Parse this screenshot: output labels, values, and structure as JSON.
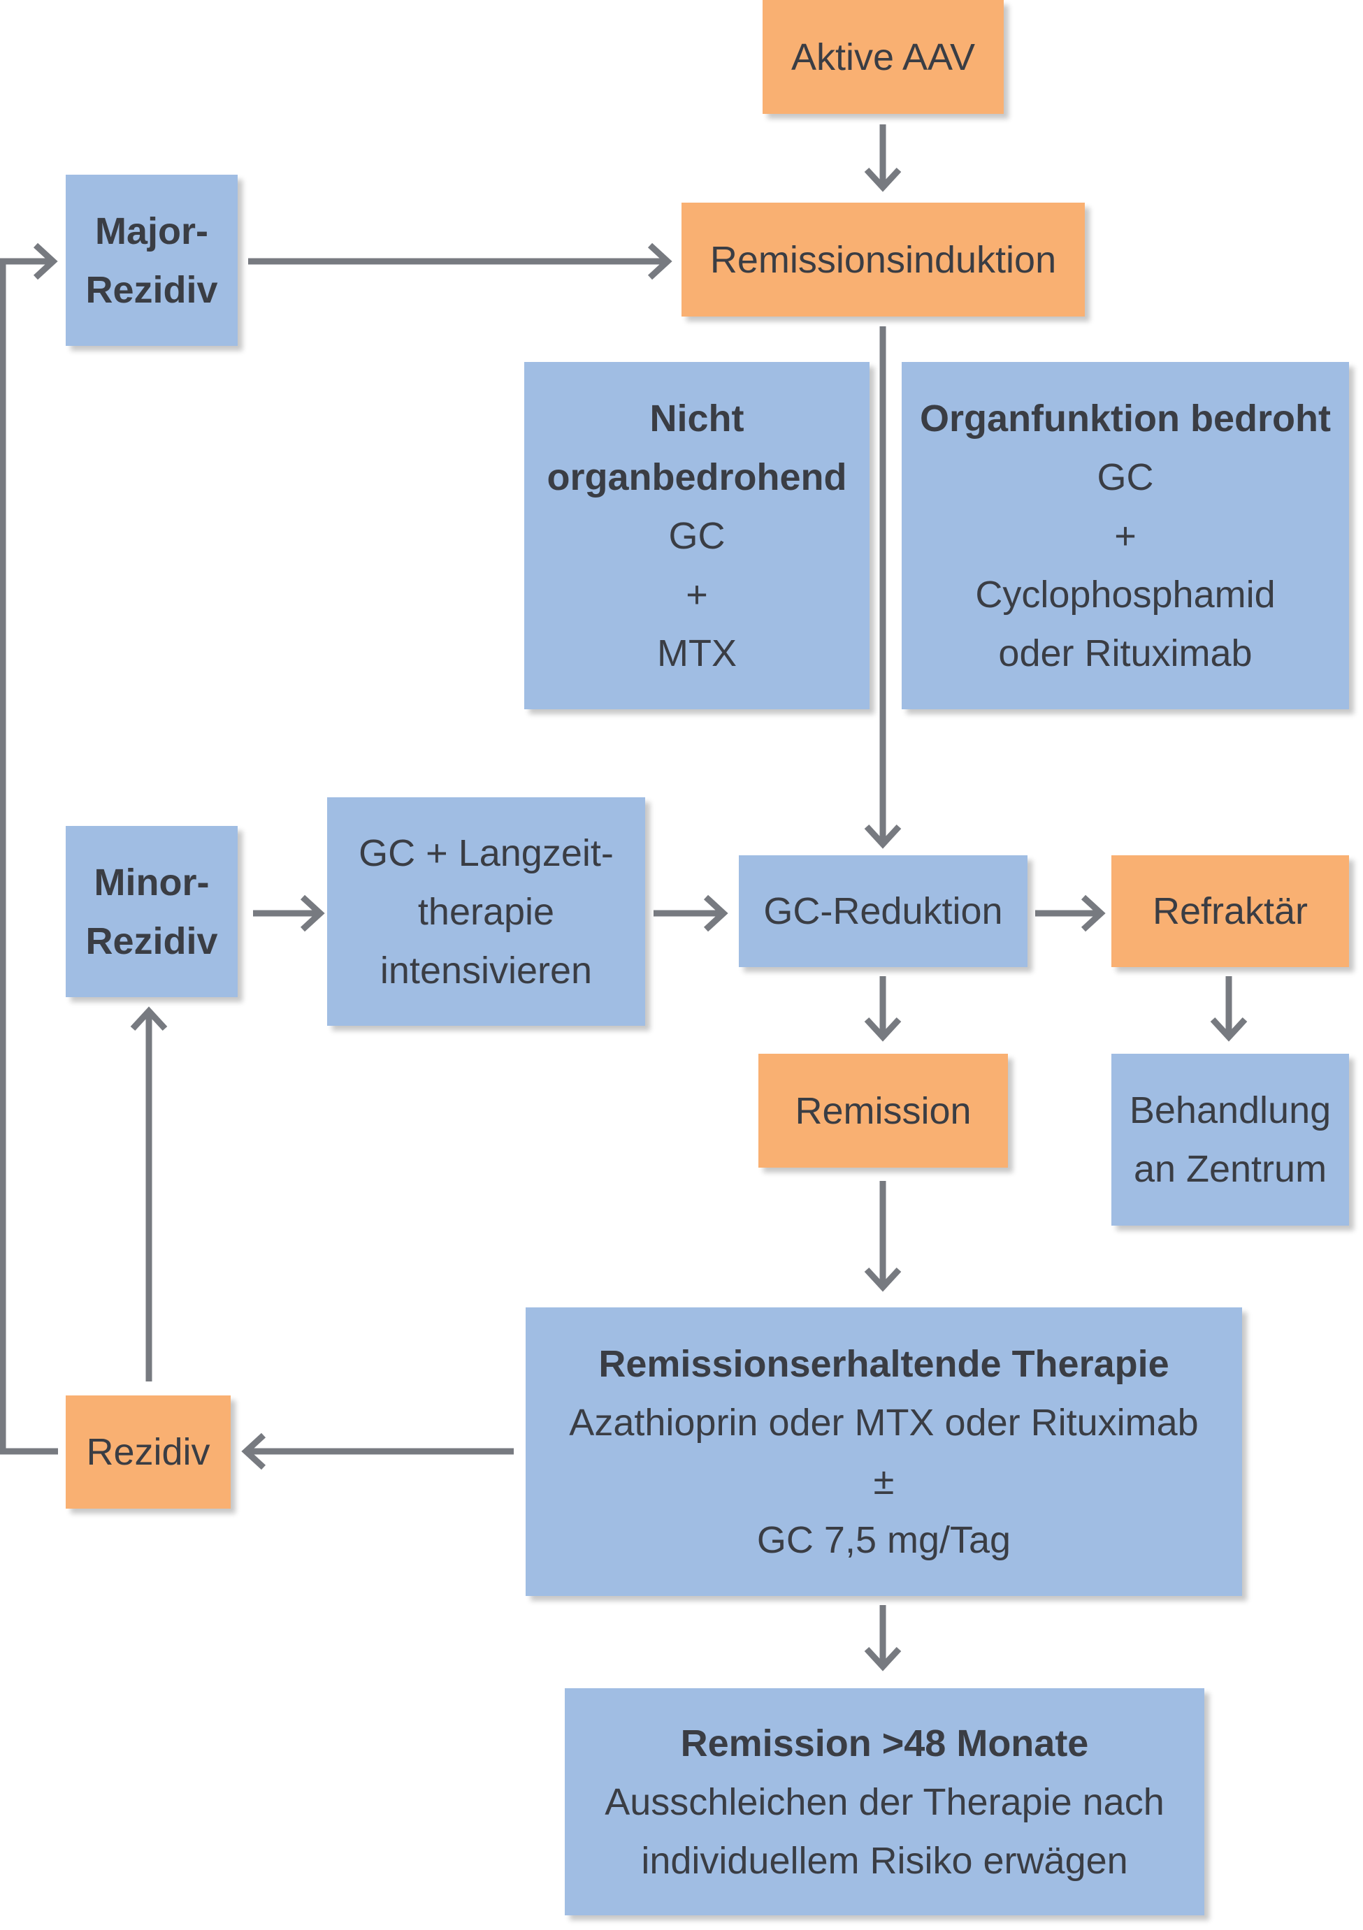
{
  "nodes": {
    "aktive_aav": {
      "label": "Aktive AAV"
    },
    "remissionsinduktion": {
      "label": "Remissionsinduktion"
    },
    "major_rezidiv": {
      "line1": "Major-",
      "line2": "Rezidiv"
    },
    "nicht_organbedrohend": {
      "title1": "Nicht",
      "title2": "organbedrohend",
      "line1": "GC",
      "line2": "+",
      "line3": "MTX"
    },
    "organfunktion_bedroht": {
      "title": "Organfunktion bedroht",
      "line1": "GC",
      "line2": "+",
      "line3": "Cyclophosphamid",
      "line4": "oder Rituximab"
    },
    "minor_rezidiv": {
      "line1": "Minor-",
      "line2": "Rezidiv"
    },
    "gc_langzeit": {
      "line1": "GC + Langzeit-",
      "line2": "therapie",
      "line3": "intensivieren"
    },
    "gc_reduktion": {
      "label": "GC-Reduktion"
    },
    "refraktaer": {
      "label": "Refraktär"
    },
    "remission": {
      "label": "Remission"
    },
    "behandlung_zentrum": {
      "line1": "Behandlung",
      "line2": "an Zentrum"
    },
    "remissionserhaltende": {
      "title": "Remissionserhaltende Therapie",
      "line1": "Azathioprin oder MTX oder Rituximab",
      "line2": "±",
      "line3": "GC 7,5 mg/Tag"
    },
    "rezidiv": {
      "label": "Rezidiv"
    },
    "remission_48": {
      "title": "Remission >48 Monate",
      "line1": "Ausschleichen der Therapie nach",
      "line2": "individuellem Risiko erwägen"
    }
  },
  "colors": {
    "orange_box": "#f9b072",
    "blue_box": "#a0bde3",
    "arrow": "#777a80",
    "text": "#3a3d44"
  }
}
